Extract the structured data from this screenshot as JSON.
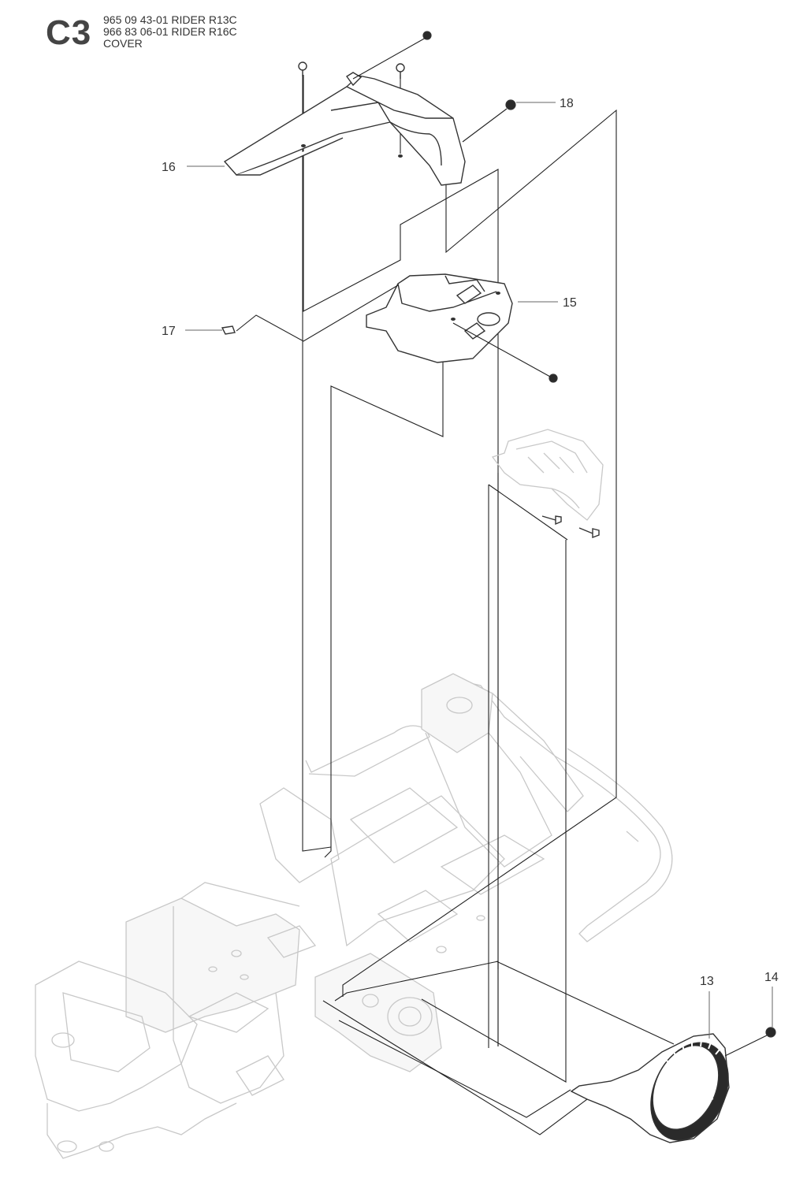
{
  "header": {
    "section_code": "C3",
    "lines": [
      "965 09 43-01 RIDER R13C",
      "966 83 06-01 RIDER R16C",
      "COVER"
    ]
  },
  "callouts": [
    {
      "id": "13",
      "label": "13"
    },
    {
      "id": "14",
      "label": "14"
    },
    {
      "id": "15",
      "label": "15"
    },
    {
      "id": "16",
      "label": "16"
    },
    {
      "id": "17",
      "label": "17"
    },
    {
      "id": "18",
      "label": "18"
    }
  ]
}
